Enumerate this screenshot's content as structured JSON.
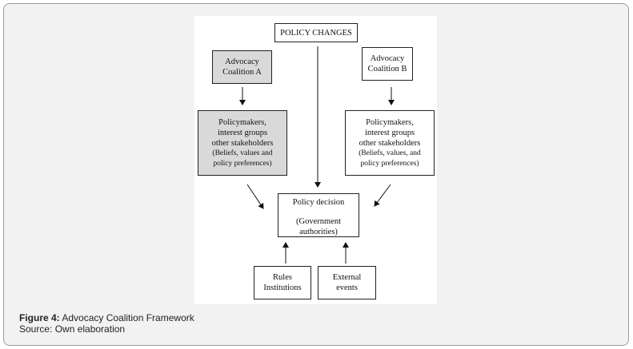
{
  "diagram": {
    "policy_changes": "POLICY CHANGES",
    "coalition_a": [
      "Advocacy",
      "Coalition A"
    ],
    "coalition_b": [
      "Advocacy",
      "Coalition B"
    ],
    "actors_a": [
      "Policymakers,",
      "interest groups",
      "other stakeholders",
      "(Beliefs, values and",
      "policy preferences)"
    ],
    "actors_b": [
      "Policymakers,",
      "interest groups",
      "other stakeholders",
      "(Beliefs, values, and",
      "policy preferences)"
    ],
    "decision": [
      "Policy decision",
      "(Government",
      "authorities)"
    ],
    "rules": [
      "Rules",
      "Institutions"
    ],
    "external": [
      "External",
      "events"
    ]
  },
  "caption": {
    "label": "Figure 4:",
    "title": "Advocacy Coalition Framework",
    "source": "Source: Own elaboration"
  }
}
